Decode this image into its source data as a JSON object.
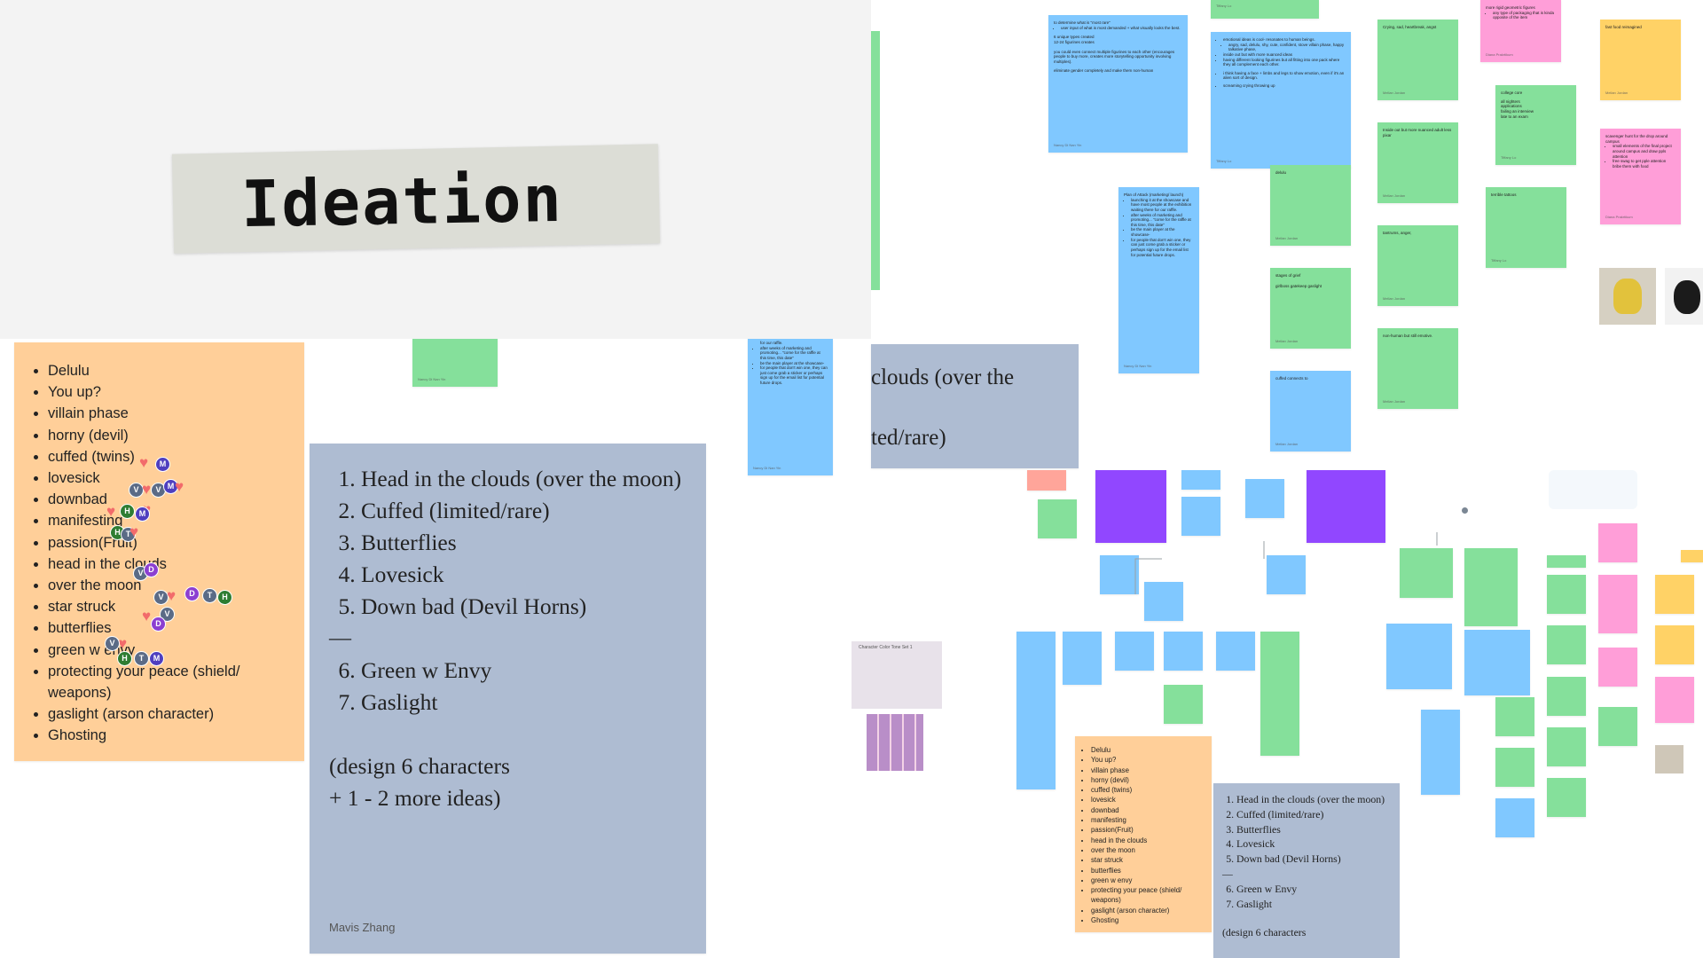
{
  "frame": {
    "title": "Ideation"
  },
  "left_list": {
    "items": [
      "Delulu",
      "You up?",
      "villain phase",
      "horny (devil)",
      "cuffed (twins)",
      "lovesick",
      "downbad",
      "manifesting",
      "passion(Fruit)",
      "head in the clouds",
      "over the moon",
      "star struck",
      "butterflies",
      "green w envy",
      "protecting your peace (shield/ weapons)",
      "gaslight (arson character)",
      "Ghosting"
    ]
  },
  "shortlist": {
    "items": [
      "Head in the clouds (over the moon)",
      "Cuffed (limited/rare)",
      "Butterflies",
      "Lovesick",
      "Down bad (Devil Horns)"
    ],
    "divider": "—",
    "items2": [
      "Green w Envy",
      "Gaslight"
    ],
    "note1": "(design 6 characters",
    "note2": "+ 1 - 2 more ideas)",
    "author": "Mavis Zhang"
  },
  "partial_gray": {
    "line1": "clouds (over the",
    "line2": "ted/rare)"
  },
  "avatars": {
    "v": "V",
    "m": "M",
    "h": "H",
    "d": "D",
    "t": "T"
  },
  "stickies": {
    "top_blue_1": {
      "line1": "to determine what is \"most rare\"",
      "bullet1": "user input of what is most demanded + what visually looks the best.",
      "line2": "6 unique types created",
      "line3": "12-24 figurines creates",
      "line4": "you could even connect multiple figurines to each other (encourages people to buy more, creates more storytelling opportunity involving multiples).",
      "line5": "eliminate gender completely and make them non-human",
      "author": "Nancy Di Nan Yin"
    },
    "top_green_label": {
      "author": "Tiffany Lo"
    },
    "top_blue_2": {
      "bullets": [
        "emotional ideas is cool- resonates to human beings.",
        "angry, sad, delulu, shy, cute, confident, stove villain phase, happy talkative phase,",
        "inside out but with more nuanced ideas",
        "having different looking figurines but all fitting into one pack where they all complement each other."
      ],
      "bullet5": "i think having a face + limbs and legs to show emotion, even if it's an alien sort of design.",
      "bullet6": "screaming crying throwing up",
      "author": "Tiffany Lo"
    },
    "crying": {
      "text": "Crying, sad, heartbreak, angst",
      "author": "Mellan Jordan"
    },
    "pink_top": {
      "line1": "more rigid geometric figures",
      "bullet": "any type of packaging that is kinda opposite of the item",
      "author": "Diana Prakrtikum"
    },
    "fast_food": {
      "text": "fast food reimagined",
      "author": "Mellan Jordan"
    },
    "college": {
      "line1": "college core",
      "line2": "all nighters",
      "line3": "applications",
      "line4": "failing an interview",
      "line5": "late to an exam",
      "author": "Tiffany Lo"
    },
    "inside_out": {
      "text": "Inside out but more nuanced adult less pixar",
      "author": "Mellan Jordan"
    },
    "scavenger": {
      "line1": "scavenger hunt for the drop around campus",
      "bullets": [
        "small elements of the final project around campus and draw ppls attention",
        "free swag to get pple attention bribe them with food"
      ],
      "author": "Diana Prakrtikum"
    },
    "delulu": {
      "text": "delulu",
      "author": "Mellan Jordan"
    },
    "tattoos": {
      "text": "terrible tattoos",
      "author": "Tiffany Lo"
    },
    "tantrums": {
      "text": "tantrums, anger,",
      "author": "Mellan Jordan"
    },
    "plan": {
      "title": "Plan of Attack (marketing/ launch)",
      "bullets": [
        "launching it at the showcase and have most people at the exhibition waiting there for our raffle.",
        "after weeks of marketing and promoting... \"come for the raffle at this time, this date\"",
        "be the main player at the showcase-",
        "for people that don't win one, they can just come grab a sticker or perhaps sign up for the email list for potential future drops."
      ],
      "author": "Nancy Di Nan Yin"
    },
    "plan_partial": {
      "line1": "for our raffle.",
      "bullets": [
        "after weeks of marketing and promoting... \"come for the raffle at this time, this date\"",
        "be the main player at the showcase-",
        "for people that don't win one, they can just come grab a sticker or perhaps sign up for the email list for potential future drops."
      ],
      "author": "Nancy Di Nan Yin"
    },
    "stages": {
      "line1": "stages of grief",
      "line2": "girlboss gatekeep gaslight",
      "author": "Mellan Jordan"
    },
    "nonhuman": {
      "text": "non-human but still emotive.",
      "author": "Mellan Jordan"
    },
    "cuffed_connects": {
      "text": "cuffed connects to",
      "author": "Mellan Jordan"
    },
    "green_small_author": {
      "author": "Nancy Di Nan Yin"
    }
  },
  "mini_orange": {
    "items": [
      "Delulu",
      "You up?",
      "villain phase",
      "horny (devil)",
      "cuffed (twins)",
      "lovesick",
      "downbad",
      "manifesting",
      "passion(Fruit)",
      "head in the clouds",
      "over the moon",
      "star struck",
      "butterflies",
      "green w envy",
      "protecting your peace (shield/ weapons)",
      "gaslight (arson character)",
      "Ghosting"
    ]
  },
  "mini_gray": {
    "items": [
      "Head in the clouds (over the moon)",
      "Cuffed (limited/rare)",
      "Butterflies",
      "Lovesick",
      "Down bad (Devil Horns)"
    ],
    "divider": "—",
    "items2": [
      "Green w Envy",
      "Gaslight"
    ],
    "note": "(design 6 characters"
  },
  "palette_label": "Character Color Tone Set 1",
  "colors": {
    "orange": "#ffcf99",
    "gray": "#aebcd2",
    "green": "#85e09b",
    "blue": "#80c8ff",
    "pink": "#ff9ed8",
    "purple": "#9147ff",
    "yellow": "#ffd266"
  }
}
